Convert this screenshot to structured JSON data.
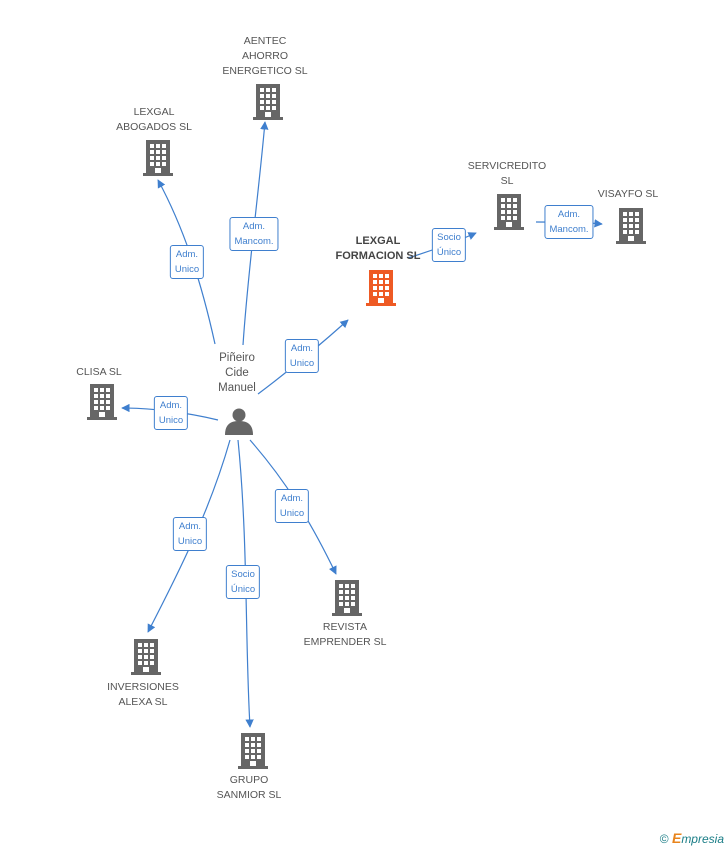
{
  "colors": {
    "edge": "#3f7fce",
    "company_icon": "#666666",
    "main_company_icon": "#ee5a24",
    "person_icon": "#666666"
  },
  "nodes": [
    {
      "id": "person",
      "type": "person",
      "label": "Piñeiro\nCide\nManuel",
      "icon": "person-icon"
    },
    {
      "id": "lexgal_formacion",
      "type": "main-company",
      "label": "LEXGAL\nFORMACION SL",
      "icon": "building-icon"
    },
    {
      "id": "aentec",
      "type": "company",
      "label": "AENTEC\nAHORRO\nENERGETICO  SL",
      "icon": "building-icon"
    },
    {
      "id": "lexgal_abogados",
      "type": "company",
      "label": "LEXGAL\nABOGADOS SL",
      "icon": "building-icon"
    },
    {
      "id": "servicredito",
      "type": "company",
      "label": "SERVICREDITO\nSL",
      "icon": "building-icon"
    },
    {
      "id": "visayfo",
      "type": "company",
      "label": "VISAYFO  SL",
      "icon": "building-icon"
    },
    {
      "id": "clisa",
      "type": "company",
      "label": "CLISA SL",
      "icon": "building-icon"
    },
    {
      "id": "revista",
      "type": "company",
      "label": "REVISTA\nEMPRENDER  SL",
      "icon": "building-icon"
    },
    {
      "id": "inversiones",
      "type": "company",
      "label": "INVERSIONES\nALEXA  SL",
      "icon": "building-icon"
    },
    {
      "id": "sanmior",
      "type": "company",
      "label": "GRUPO\nSANMIOR SL",
      "icon": "building-icon"
    }
  ],
  "edges": [
    {
      "from": "person",
      "to": "aentec",
      "label": "Adm.\nMancom."
    },
    {
      "from": "person",
      "to": "lexgal_abogados",
      "label": "Adm.\nUnico"
    },
    {
      "from": "person",
      "to": "lexgal_formacion",
      "label": "Adm.\nUnico"
    },
    {
      "from": "lexgal_formacion",
      "to": "servicredito",
      "label": "Socio\nÚnico"
    },
    {
      "from": "servicredito",
      "to": "visayfo",
      "label": "Adm.\nMancom."
    },
    {
      "from": "person",
      "to": "clisa",
      "label": "Adm.\nUnico"
    },
    {
      "from": "person",
      "to": "revista",
      "label": "Adm.\nUnico"
    },
    {
      "from": "person",
      "to": "inversiones",
      "label": "Adm.\nUnico"
    },
    {
      "from": "person",
      "to": "sanmior",
      "label": "Socio\nÚnico"
    }
  ],
  "brand": {
    "copyright": "©",
    "e": "E",
    "rest": "mpresia"
  }
}
